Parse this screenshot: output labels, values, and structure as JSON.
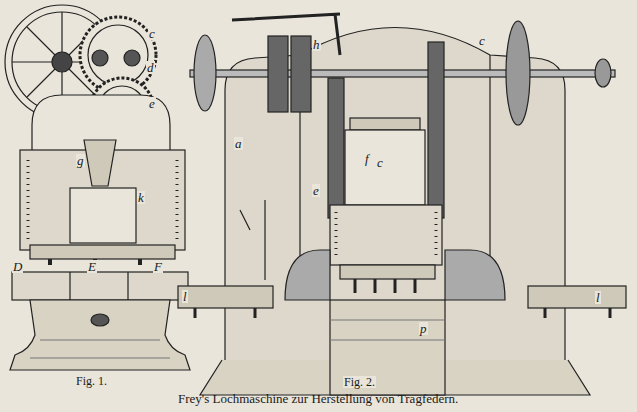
{
  "diagram": {
    "caption": "Frey's Lochmaschine zur Herstellung von Tragfedern.",
    "labels": [
      "c",
      "h",
      "c",
      "d",
      "e",
      "a",
      "f",
      "c",
      "e",
      "g",
      "k",
      "l",
      "l",
      "p",
      "D",
      "E",
      "F",
      "Fig. 1.",
      "Fig. 2."
    ]
  }
}
